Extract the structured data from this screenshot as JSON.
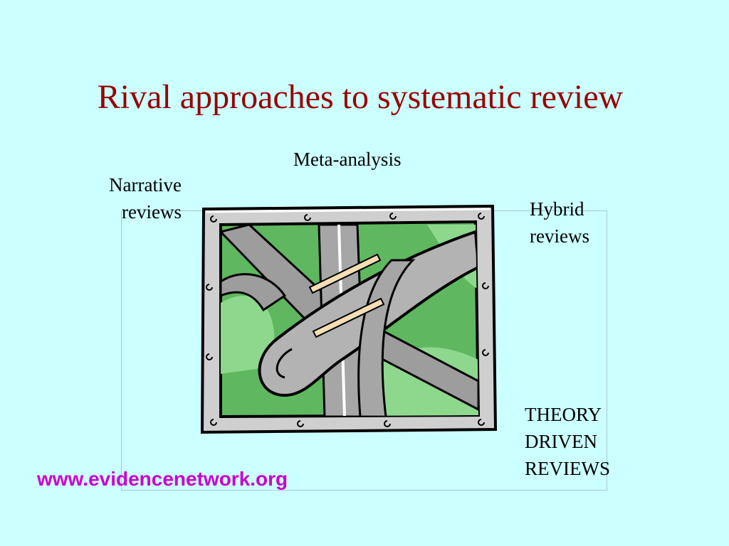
{
  "slide": {
    "title": "Rival approaches to systematic review",
    "labels": {
      "meta_analysis": "Meta-analysis",
      "narrative": [
        "Narrative",
        "reviews"
      ],
      "hybrid": [
        "Hybrid",
        "reviews"
      ],
      "theory": [
        "THEORY",
        "DRIVEN",
        "REVIEWS"
      ]
    },
    "footer_url": "www.evidencenetwork.org"
  },
  "colors": {
    "background": "#ccffff",
    "title": "#990000",
    "url": "#cc00cc",
    "grass": "#5fb85f",
    "road": "#a6a6a6",
    "frame": "#c9c9c9"
  },
  "icons": {
    "clipart": "highway-interchange-icon"
  }
}
